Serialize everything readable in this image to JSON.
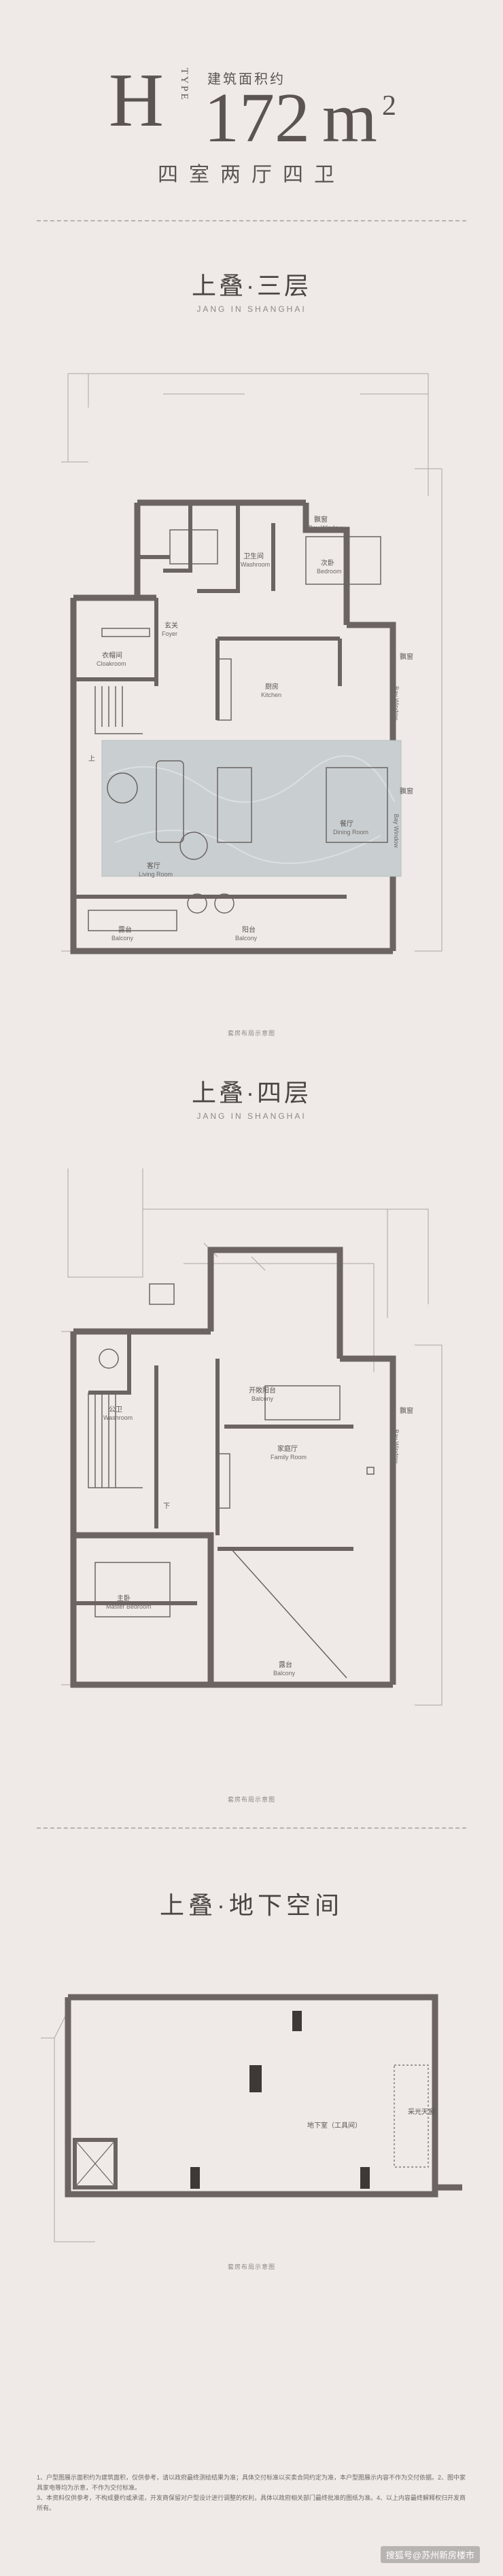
{
  "header": {
    "type_letter": "H",
    "type_word": "TYPE",
    "area_label": "建筑面积约",
    "area_value": "172",
    "area_unit": "m",
    "area_sup": "2",
    "rooms": "四室两厅四卫"
  },
  "sections": [
    {
      "title": "上叠·三层",
      "subtitle": "JANG IN SHANGHAI",
      "caption": "套房布局示意图",
      "rooms": {
        "bay_window": {
          "cn": "飘窗",
          "en": "Bay Window"
        },
        "bedroom": {
          "cn": "次卧",
          "en": "Bedroom"
        },
        "washroom": {
          "cn": "卫生间",
          "en": "Washroom"
        },
        "foyer": {
          "cn": "玄关",
          "en": "Foyer"
        },
        "cloakroom": {
          "cn": "衣帽间",
          "en": "Cloakroom"
        },
        "kitchen": {
          "cn": "厨房",
          "en": "Kitchen"
        },
        "bay_window_right_top": {
          "cn": "飘窗",
          "en": "Bay Window"
        },
        "bay_window_right_bottom": {
          "cn": "飘窗",
          "en": "Bay Window"
        },
        "living_room": {
          "cn": "客厅",
          "en": "Living Room"
        },
        "dining_room": {
          "cn": "餐厅",
          "en": "Dining Room"
        },
        "balcony_left": {
          "cn": "露台",
          "en": "Balcony"
        },
        "balcony_center": {
          "cn": "阳台",
          "en": "Balcony"
        },
        "up_mark": "上"
      }
    },
    {
      "title": "上叠·四层",
      "subtitle": "JANG IN SHANGHAI",
      "caption": "套房布局示意图",
      "rooms": {
        "open_balcony": {
          "cn": "开敞阳台",
          "en": "Balcony"
        },
        "washroom": {
          "cn": "公卫",
          "en": "Washroom"
        },
        "family_room": {
          "cn": "家庭厅",
          "en": "Family Room"
        },
        "bay_window": {
          "cn": "飘窗",
          "en": "Bay Window"
        },
        "master_bedroom": {
          "cn": "主卧",
          "en": "Master Bedroom"
        },
        "balcony": {
          "cn": "露台",
          "en": "Balcony"
        },
        "down_mark": "下"
      }
    },
    {
      "title": "上叠·地下空间",
      "subtitle": "",
      "caption": "套房布局示意图",
      "rooms": {
        "basement": {
          "cn": "地下室（工具间）"
        },
        "skylight": {
          "cn": "采光天窗"
        }
      }
    }
  ],
  "notes": [
    "1、户型图展示面积约为建筑面积，仅供参考，请以政府最终测绘结果为准；具体交付标准以买卖合同约定为准，本户型图展示内容不作为交付依据。2、图中家具家电等均为示意，不作为交付标准。",
    "3、本资料仅供参考，不构成要约或承诺，开发商保留对户型设计进行调整的权利，具体以政府相关部门最终批准的图纸为准。4、以上内容最终解释权归开发商所有。"
  ],
  "watermark": "搜狐号@苏州新房楼市",
  "colors": {
    "background": "#efeae7",
    "wall": "#6b6462",
    "marble": "#c9cfd1",
    "text": "#4a4443"
  }
}
